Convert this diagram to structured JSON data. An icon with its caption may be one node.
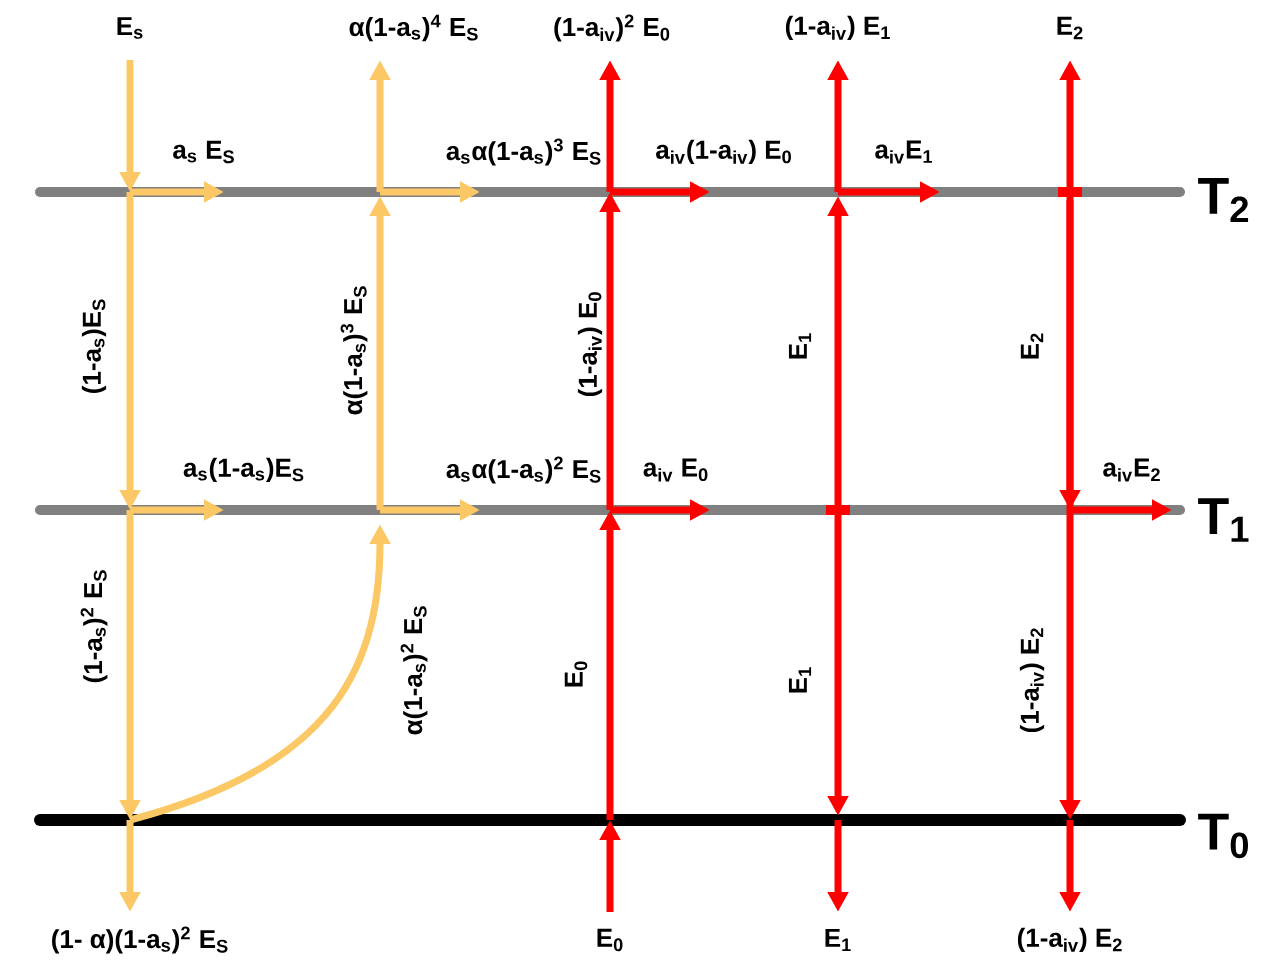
{
  "diagram": {
    "labels": [
      "E$_{s}$",
      "α(1-a$_{s}$)$^{4}$ E$_{S}$",
      "(1-a$_{iv}$)$^{2}$ E$_{0}$",
      "(1-a$_{iv}$) E$_{1}$",
      "E$_{2}$",
      "a$_{s}$ E$_{S}$",
      "a$_{s}$α(1-a$_{s}$)$^{3}$ E$_{S}$",
      "a$_{iv}$(1-a$_{iv}$) E$_{0}$",
      "a$_{iv}$E$_{1}$",
      "T$_{2}$",
      "(1-a$_{s}$)E$_{S}$",
      "α(1-a$_{s}$)$^{3}$ E$_{S}$",
      "(1-a$_{iv}$) E$_{0}$",
      "E$_{1}$",
      "E$_{2}$",
      "a$_{s}$(1-a$_{s}$)E$_{S}$",
      "a$_{s}$α(1-a$_{s}$)$^{2}$ E$_{S}$",
      "a$_{iv}$ E$_{0}$",
      "a$_{iv}$E$_{2}$",
      "T$_{1}$",
      "(1-a$_{s}$)$^{2}$ E$_{S}$",
      "α(1-a$_{s}$)$^{2}$ E$_{S}$",
      "E$_{0}$",
      "E$_{1}$",
      "(1-a$_{iv}$) E$_{2}$",
      "T$_{0}$",
      "(1- α)(1-a$_{s}$)$^{2}$ E$_{S}$",
      "E$_{0}$",
      "E$_{1}$",
      "(1-a$_{iv}$) E$_{2}$"
    ]
  }
}
